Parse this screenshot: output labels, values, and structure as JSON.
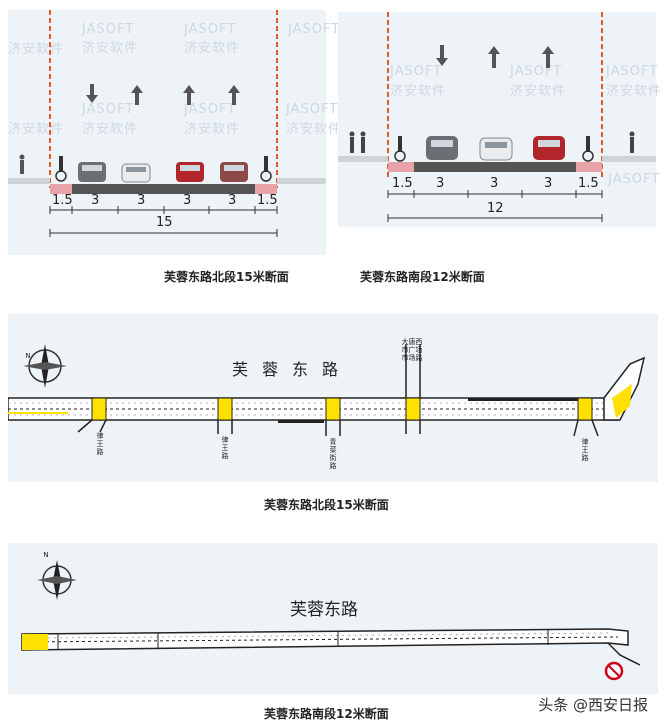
{
  "watermark": {
    "line1": "JASOFT",
    "line2": "济安软件"
  },
  "section_north": {
    "caption": "芙蓉东路北段15米断面",
    "segments": [
      "1.5",
      "3",
      "3",
      "3",
      "3",
      "1.5"
    ],
    "total": "15",
    "colors": {
      "boundary": "#e05a2b",
      "bike_lane": "#e7a3a8",
      "roadway": "#555555"
    }
  },
  "section_south": {
    "caption": "芙蓉东路南段12米断面",
    "segments": [
      "1.5",
      "3",
      "3",
      "3",
      "1.5"
    ],
    "total": "12"
  },
  "plan_north": {
    "caption": "芙蓉东路北段15米断面",
    "road_name": "芙蓉东路",
    "compass": "N",
    "labels": [
      "律王路",
      "律王路",
      "青菜街路",
      "大唐西市广场市场路",
      "律王路"
    ],
    "colors": {
      "highlight": "#ffe100"
    }
  },
  "plan_south": {
    "caption": "芙蓉东路南段12米断面",
    "road_name": "芙蓉东路",
    "compass": "N"
  },
  "footer": {
    "text": "头条 @西安日报"
  }
}
